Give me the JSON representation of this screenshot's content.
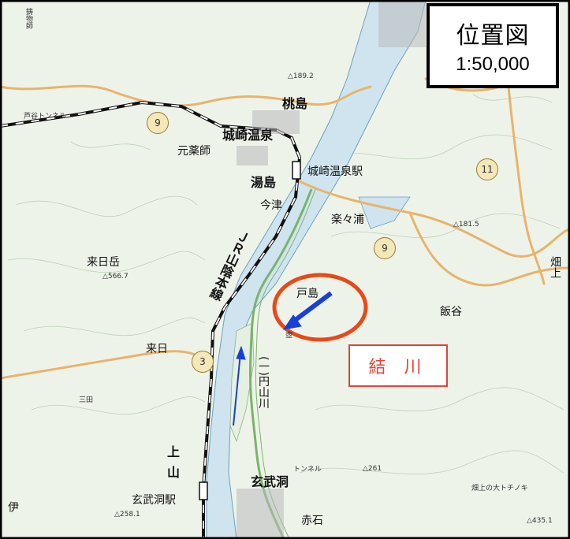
{
  "title_box": {
    "title": "位置図",
    "scale": "1:50,000"
  },
  "focus_river": {
    "label": "結 川",
    "marker_color": "#e64a19",
    "label_color": "#e0463a"
  },
  "colors": {
    "land": "#eef3ea",
    "river": "#cfe4ef",
    "river_edge": "#6aa0bf",
    "road": "#e8b46a",
    "expressway": "#7bb36b",
    "rail": "#111111",
    "arrow": "#1a3fd6",
    "contour": "#b7ccb0"
  },
  "places": {
    "kinosaki_onsen": "城崎温泉",
    "kinosaki_onsen_station": "城崎温泉駅",
    "genbudo": "玄武洞",
    "genbudo_station": "玄武洞駅",
    "momoshima": "桃島",
    "yushima": "湯島",
    "rakurakuura": "楽々浦",
    "iiya": "飯谷",
    "kuruhi": "来日",
    "kuruhi_dake": "来日岳",
    "motoyakushi": "元薬師",
    "imazu": "今津",
    "to": "戸島",
    "ue": "上",
    "yama": "山",
    "hatakami": "畑上",
    "akaishi": "赤石",
    "tunnel": "トンネル",
    "iwa": "伊",
    "mano": "芦谷トンネル",
    "zaisha": "鋳物師",
    "tsubo": "壺",
    "sando": "三田",
    "hatakami_note": "畑上の大トチノキ"
  },
  "lines": {
    "jr_sanin": "ＪＲ山陰本線",
    "road_circle": "(一)円山川"
  },
  "routes": [
    "9",
    "9",
    "11",
    "3"
  ],
  "spot_heights": [
    "△189.2",
    "△181.5",
    "△566.7",
    "△258.1",
    "△261",
    "△435.1"
  ]
}
